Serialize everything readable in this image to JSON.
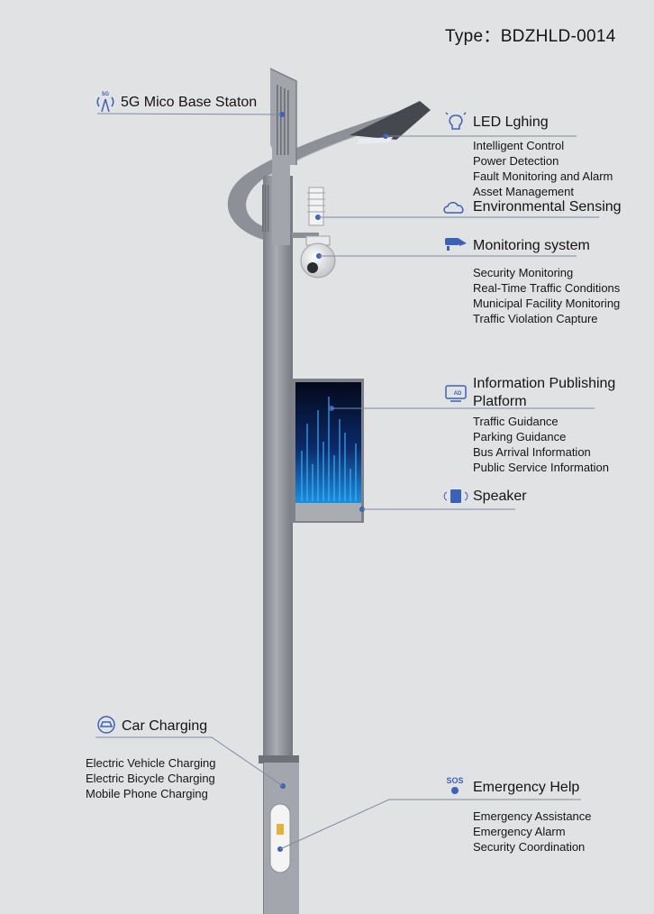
{
  "header": {
    "type_label": "Type：",
    "model": "BDZHLD-0014"
  },
  "accent_color": "#3b62b5",
  "features": {
    "base_station": {
      "title": "5G Mico Base Staton",
      "icon": "5g-antenna-icon"
    },
    "led": {
      "title": "LED Lghing",
      "icon": "bulb-icon",
      "items": [
        "Intelligent Control",
        "Power Detection",
        "Fault Monitoring and Alarm",
        "Asset Management"
      ]
    },
    "env": {
      "title": "Environmental Sensing",
      "icon": "cloud-icon"
    },
    "monitor": {
      "title": "Monitoring system",
      "icon": "cctv-camera-icon",
      "items": [
        "Security Monitoring",
        "Real-Time Traffic Conditions",
        "Municipal Facility Monitoring",
        "Traffic Violation Capture"
      ]
    },
    "info": {
      "title_line1": "Information Publishing",
      "title_line2": "Platform",
      "icon": "screen-icon",
      "icon_text": "AD",
      "items": [
        "Traffic Guidance",
        "Parking Guidance",
        "Bus Arrival Information",
        "Public Service Information"
      ]
    },
    "speaker": {
      "title": "Speaker",
      "icon": "speaker-icon"
    },
    "car": {
      "title": "Car Charging",
      "icon": "car-icon",
      "items": [
        "Electric Vehicle Charging",
        "Electric Bicycle Charging",
        "Mobile Phone Charging"
      ]
    },
    "sos": {
      "title": "Emergency Help",
      "icon": "sos-icon",
      "icon_text": "SOS",
      "items": [
        "Emergency Assistance",
        "Emergency Alarm",
        "Security Coordination"
      ]
    }
  }
}
